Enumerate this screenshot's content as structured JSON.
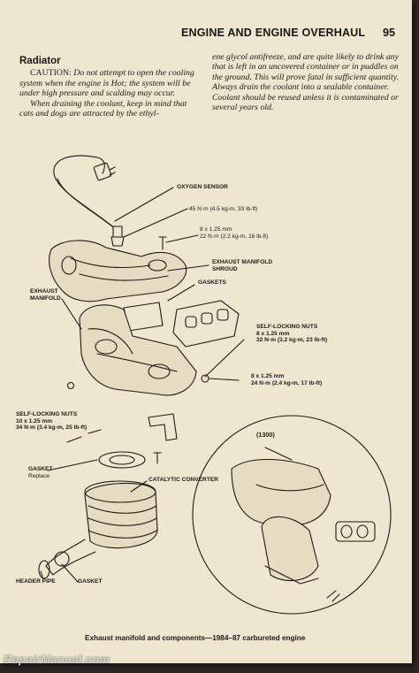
{
  "header": {
    "title": "ENGINE AND ENGINE OVERHAUL",
    "page_number": "95"
  },
  "left_column": {
    "section_title": "Radiator",
    "para1_lead": "CAUTION:",
    "para1_rest": "Do not attempt to open the cooling system when the engine is Hot; the system will be under high pressure and scalding may occur.",
    "para2": "When draining the coolant, keep in mind that cats and dogs are attracted by the ethyl-"
  },
  "right_column": {
    "text": "ene glycol antifreeze, and are quite likely to drink any that is left in an uncovered container or in puddles on the ground. This will prove fatal in sufficient quantity. Always drain the coolant into a sealable container. Coolant should be reused unless it is contaminated or several years old."
  },
  "diagram": {
    "labels": {
      "oxygen_sensor": "OXYGEN SENSOR",
      "torque_sensor": "45 N·m (4.5 kg-m, 33 lb-ft)",
      "bolt_spec": "8 x 1.25 mm\n22 N·m (2.2 kg-m, 16 lb-ft)",
      "shroud": "EXHAUST MANIFOLD\nSHROUD",
      "gaskets": "GASKETS",
      "exhaust_manifold": "EXHAUST\nMANIFOLD",
      "self_locking_upper": "SELF-LOCKING NUTS\n8 x 1.25 mm\n32 N·m (3.2 kg-m, 23 lb-ft)",
      "nut_spec_lower": "8 x 1.25 mm\n24 N·m (2.4 kg-m, 17 lb-ft)",
      "self_locking_left": "SELF-LOCKING NUTS\n10 x 1.25 mm\n34 N·m (3.4 kg-m, 25 lb-ft)",
      "variant": "(1300)",
      "gasket_replace_title": "GASKET",
      "gasket_replace_note": "Replace",
      "catalytic_converter": "CATALYTIC CONVERTER",
      "header_pipe": "HEADER PIPE",
      "gasket_bottom": "GASKET"
    },
    "caption": "Exhaust manifold and components—1984–87 carbureted engine"
  },
  "watermark": "RepairManual.com",
  "colors": {
    "paper": "#efe6cf",
    "ink": "#1d1a16",
    "background": "#2b2824"
  }
}
